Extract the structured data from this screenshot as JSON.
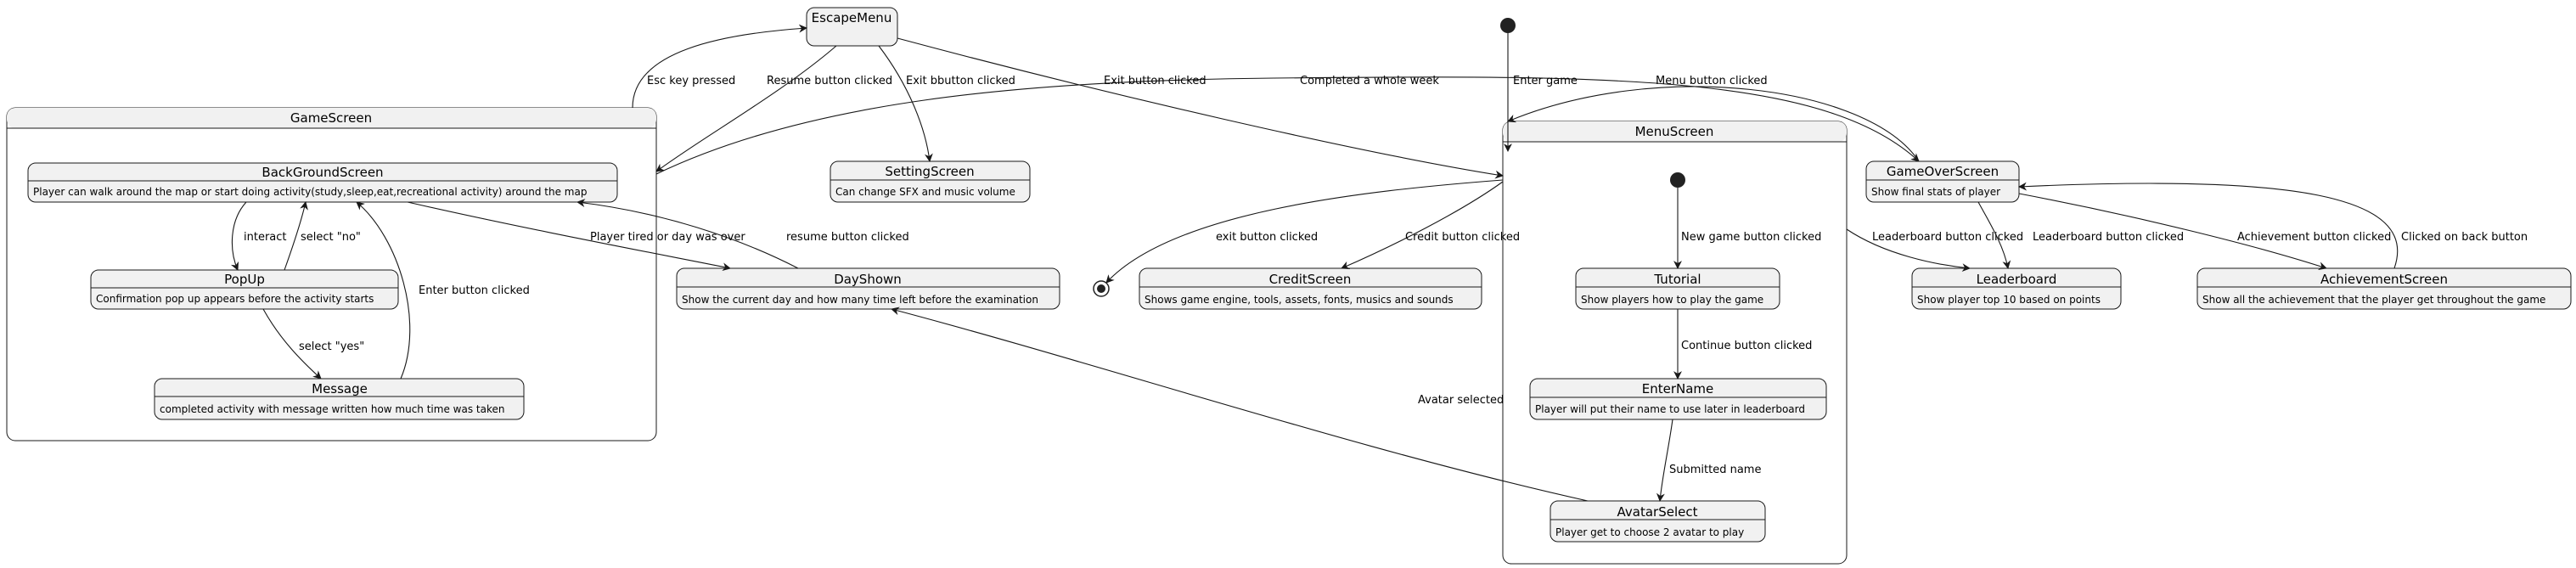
{
  "states": {
    "escape_menu": {
      "title": "EscapeMenu"
    },
    "game_screen": {
      "title": "GameScreen"
    },
    "background_screen": {
      "title": "BackGroundScreen",
      "desc": "Player can walk around the map or start doing activity(study,sleep,eat,recreational activity) around the map"
    },
    "popup": {
      "title": "PopUp",
      "desc": "Confirmation pop up appears before the activity starts"
    },
    "message": {
      "title": "Message",
      "desc": "completed activity with message written how much time was taken"
    },
    "setting_screen": {
      "title": "SettingScreen",
      "desc": "Can change SFX and music volume"
    },
    "day_shown": {
      "title": "DayShown",
      "desc": "Show the current day and how many time left before the examination"
    },
    "credit_screen": {
      "title": "CreditScreen",
      "desc": "Shows game engine, tools, assets, fonts, musics and sounds"
    },
    "menu_screen": {
      "title": "MenuScreen"
    },
    "tutorial": {
      "title": "Tutorial",
      "desc": "Show players how to play the game"
    },
    "enter_name": {
      "title": "EnterName",
      "desc": "Player will put their name to use later in leaderboard"
    },
    "avatar_select": {
      "title": "AvatarSelect",
      "desc": "Player get to choose 2 avatar to play"
    },
    "game_over_screen": {
      "title": "GameOverScreen",
      "desc": "Show final stats of player"
    },
    "leaderboard": {
      "title": "Leaderboard",
      "desc": "Show player top 10 based on points"
    },
    "achievement_screen": {
      "title": "AchievementScreen",
      "desc": "Show all the achievement that the player get throughout the game"
    }
  },
  "transitions": {
    "esc_key": "Esc key pressed",
    "resume_button": "Resume button clicked",
    "exit_bbutton": "Exit bbutton clicked",
    "exit_button": "Exit button clicked",
    "completed_week": "Completed a whole week",
    "menu_button": "Menu button clicked",
    "enter_game": "Enter game",
    "interact": "interact",
    "select_no": "select \"no\"",
    "select_yes": "select \"yes\"",
    "enter_button": "Enter button clicked",
    "player_tired": "Player tired or day was over",
    "resume_button_lower": "resume button clicked",
    "exit_button_lower": "exit button clicked",
    "credit_button": "Credit button clicked",
    "new_game": "New game button clicked",
    "continue_button": "Continue button clicked",
    "submitted_name": "Submitted name",
    "avatar_selected": "Avatar selected",
    "leaderboard_button_1": "Leaderboard button clicked",
    "leaderboard_button_2": "Leaderboard button clicked",
    "achievement_button": "Achievement button clicked",
    "clicked_back": "Clicked on back button"
  }
}
